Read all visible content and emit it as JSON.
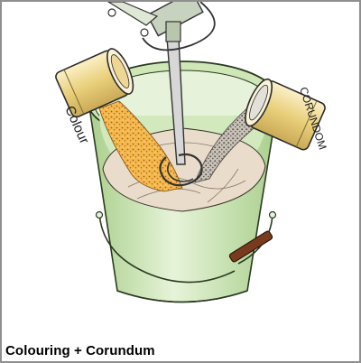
{
  "caption": "Colouring + Corundum",
  "labels": {
    "left_can": "Colour",
    "right_can": "CORUNDOM"
  },
  "colors": {
    "bucket_green": "#d8ecc4",
    "bucket_green_dark": "#b9d8a0",
    "mix": "#e8dccb",
    "colour_powder": "#f0a830",
    "corundum_grey": "#a8a098",
    "can_body": "#f5e7b0",
    "handle_grip": "#7a3a1e"
  }
}
